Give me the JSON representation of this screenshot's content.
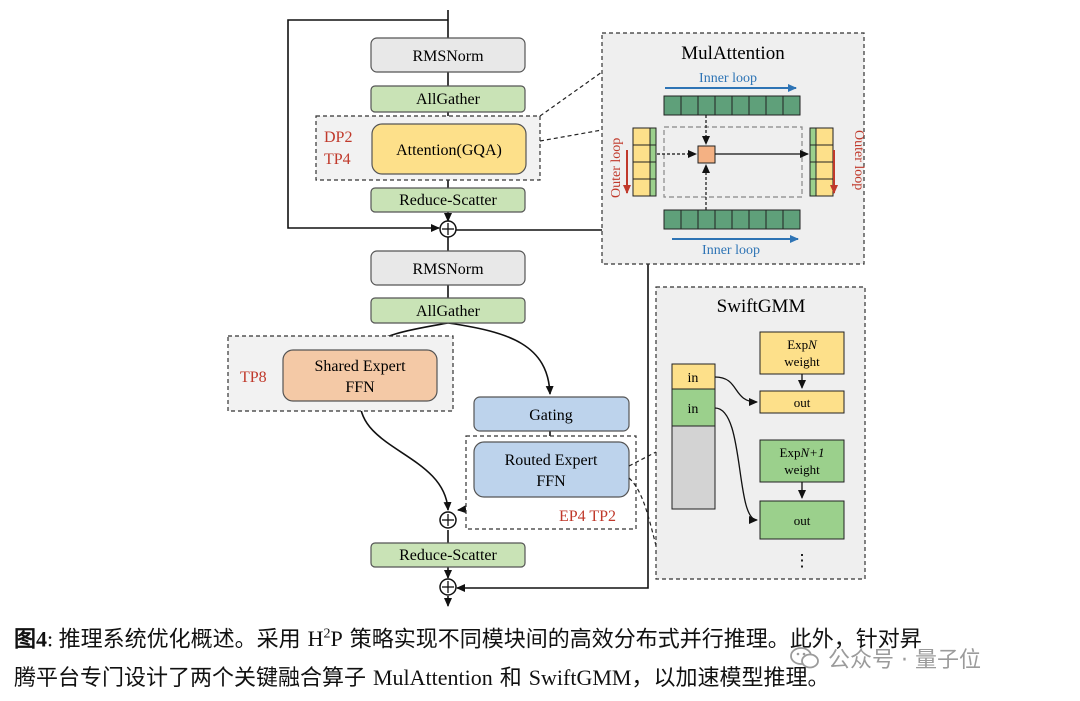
{
  "left_stack": {
    "rmsnorm_1": "RMSNorm",
    "allgather_1": "AllGather",
    "attention": "Attention(GQA)",
    "attention_parallel": [
      "DP2",
      "TP4"
    ],
    "reduce_scatter_1": "Reduce-Scatter",
    "rmsnorm_2": "RMSNorm",
    "allgather_2": "AllGather",
    "shared_expert": [
      "Shared Expert",
      "FFN"
    ],
    "shared_parallel": "TP8",
    "gating": "Gating",
    "routed_expert": [
      "Routed Expert",
      "FFN"
    ],
    "routed_parallel": "EP4 TP2",
    "reduce_scatter_2": "Reduce-Scatter"
  },
  "mulattention": {
    "title": "MulAttention",
    "inner_loop": "Inner loop",
    "outer_loop": "Outer loop"
  },
  "swiftgmm": {
    "title": "SwiftGMM",
    "in_label": "in",
    "expN_line1": "Exp",
    "expN_var": "N",
    "expN_line2": "weight",
    "expN1_line1": "Exp",
    "expN1_var": "N+1",
    "expN1_line2": "weight",
    "out_label": "out",
    "ellipsis": "⋮"
  },
  "caption": {
    "label": "图",
    "number": "4",
    "line1_a": "推理系统优化概述。采用 ",
    "h2p_h": "H",
    "h2p_sup": "2",
    "h2p_p": "P",
    "line1_b": " 策略实现不同模块间的高效分布式并行推理。此外，针对昇",
    "line2_a": "腾平台专门设计了两个关键融合算子 ",
    "op1": "MulAttention",
    "and": " 和 ",
    "op2": "SwiftGMM",
    "line2_b": "，以加速模型推理。"
  },
  "watermark": "公众号 · 量子位",
  "colors": {
    "gray_box": "#e8e8e8",
    "green_box": "#c9e3b6",
    "yellow_box": "#fde08a",
    "orange_box": "#f4c9a6",
    "blue_box": "#bdd3ec",
    "panel_bg": "#efefef",
    "red_label": "#c0392b",
    "blue_arrow": "#2e74b5",
    "red_arrow": "#c0392b",
    "teal_cell": "#5fa07a",
    "ltgreen_cell": "#9bd08c",
    "query_cell": "#f4b183"
  }
}
